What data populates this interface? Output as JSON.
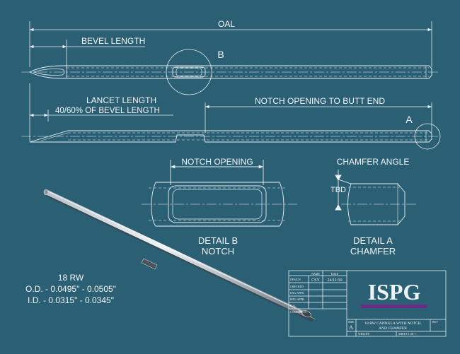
{
  "drawing": {
    "oal": "OAL",
    "bevel_length": "BEVEL LENGTH",
    "lancet_length": "LANCET LENGTH",
    "bevel_pct": "40/60%  OF BEVEL LENGTH",
    "notch_to_butt": "NOTCH OPENING TO BUTT END",
    "callout_b": "B",
    "callout_a": "A",
    "notch_opening": "NOTCH OPENING",
    "chamfer_angle": "CHAMFER ANGLE",
    "tbd": "TBD",
    "detail_b_title": "DETAIL B",
    "detail_b_sub": "NOTCH",
    "detail_a_title": "DETAIL A",
    "detail_a_sub": "CHAMFER"
  },
  "specs": {
    "gauge": "18 RW",
    "od": "O.D.  -  0.0495\" - 0.0505\"",
    "id": "I.D.  -  0.0315\" - 0.0345\""
  },
  "title_block": {
    "col_name": "NAME",
    "col_date": "DATE",
    "rows": [
      "DESIGN",
      "CHECKED",
      "ENG APPR.",
      "MFG APPR.",
      "Q.A.",
      "COMMENTS:"
    ],
    "designer": "CSY",
    "date": "24/11/10",
    "logo": "ISPG",
    "size_label": "SIZE",
    "size": "A",
    "title_line1": "18 RW CANNULA WITH NOTCH",
    "title_line2": "AND CHAMFER",
    "rev_label": "REV",
    "weight_label": "WEIGHT:",
    "sheet_label": "SHEET 1 OF 1"
  },
  "colors": {
    "background": "#2b5f74",
    "lines": "#e9f0f3",
    "logo_bar": "#6a2c86"
  }
}
